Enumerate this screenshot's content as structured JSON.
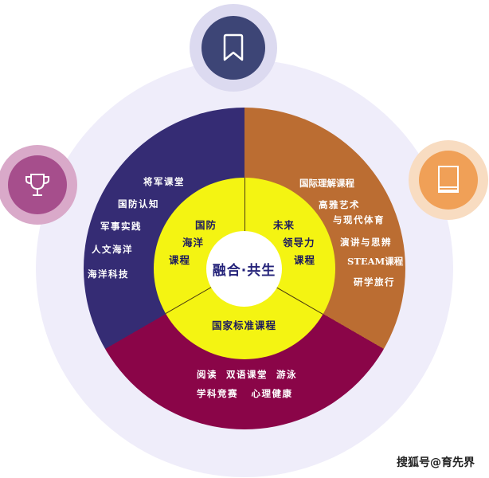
{
  "diagram": {
    "center": {
      "title": "融合·共生"
    },
    "inner_ring": [
      {
        "id": "defense",
        "lines": [
          "国防",
          "海洋",
          "课程"
        ]
      },
      {
        "id": "leadership",
        "lines": [
          "未来",
          "领导力",
          "课程"
        ]
      },
      {
        "id": "national",
        "lines": [
          "国家标准课程"
        ]
      }
    ],
    "outer_ring": {
      "navy_segment": {
        "color": "#352c74",
        "items": [
          "将军课堂",
          "国防认知",
          "军事实践",
          "人文海洋",
          "海洋科技"
        ]
      },
      "orange_segment": {
        "color": "#bb6d32",
        "items": [
          "国际理解课程",
          "高雅艺术",
          "与现代体育",
          "演讲与思辨",
          "STEAM课程",
          "研学旅行"
        ]
      },
      "maroon_segment": {
        "color": "#8a0548",
        "items": [
          "阅读  双语课堂  游泳",
          "学科竞赛   心理健康"
        ]
      }
    },
    "colors": {
      "inner_ring": "#f4f412",
      "center": "#ffffff",
      "background_circle": "#efedfa"
    },
    "icons": [
      {
        "name": "bookmark-icon",
        "color": "#3d4576",
        "halo": "#dcdaf0"
      },
      {
        "name": "trophy-icon",
        "color": "#a64e8c",
        "halo": "#d9a9c9"
      },
      {
        "name": "book-icon",
        "color": "#f0a057",
        "halo": "#f8dcc1"
      }
    ]
  },
  "watermark": "搜狐号@育先界"
}
